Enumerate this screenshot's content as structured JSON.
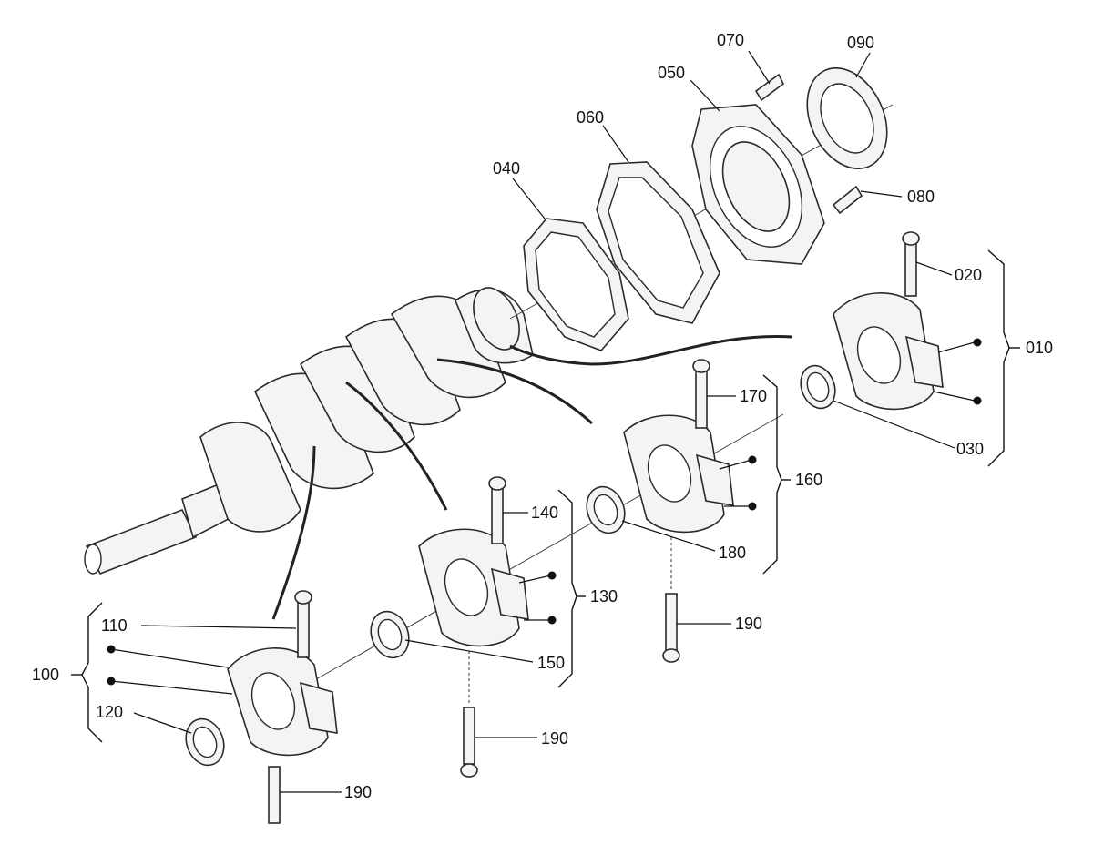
{
  "labels": {
    "p010": "010",
    "p020": "020",
    "p030": "030",
    "p040": "040",
    "p050": "050",
    "p060": "060",
    "p070": "070",
    "p080": "080",
    "p090": "090",
    "p100": "100",
    "p110": "110",
    "p120": "120",
    "p130": "130",
    "p140": "140",
    "p150": "150",
    "p160": "160",
    "p170": "170",
    "p180": "180",
    "p190a": "190",
    "p190b": "190",
    "p190c": "190"
  }
}
